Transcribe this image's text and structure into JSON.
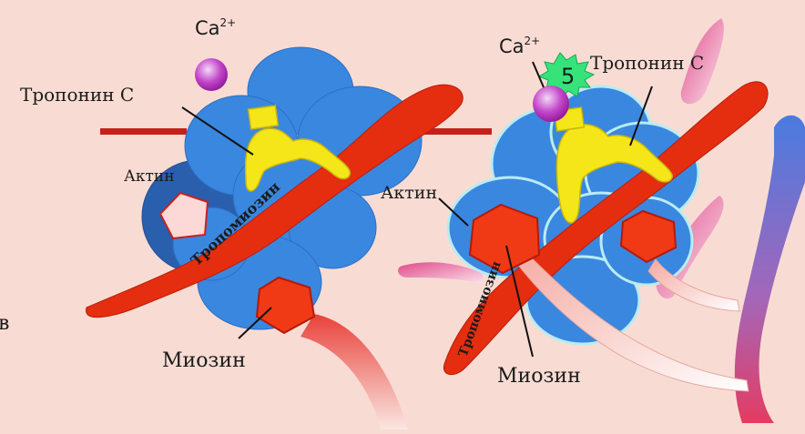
{
  "colors": {
    "background": "#f8dcd3",
    "actin": "#3a87e0",
    "actin_dark": "#2a5fae",
    "tropomyosin": "#e52d10",
    "troponin": "#f5e619",
    "myosin_head": "#f03a15",
    "calcium": "#b021b8",
    "flash": "#35e37a"
  },
  "left_panel": {
    "calcium_label": "Ca",
    "calcium_charge": "2+",
    "troponin_label": "Тропонин С",
    "actin_label": "Актин",
    "tropomyosin_label": "Тропомиозин",
    "myosin_label": "Миозин"
  },
  "right_panel": {
    "calcium_label": "Ca",
    "calcium_charge": "2+",
    "flash_number": "5",
    "troponin_label": "Тропонин С",
    "actin_label": "Актин",
    "tropomyosin_label": "Тропомиозин",
    "myosin_label": "Миозин"
  },
  "edge_text": {
    "left_letter": "в"
  },
  "icons": [
    "calcium-ion-icon",
    "flash-burst-icon"
  ]
}
